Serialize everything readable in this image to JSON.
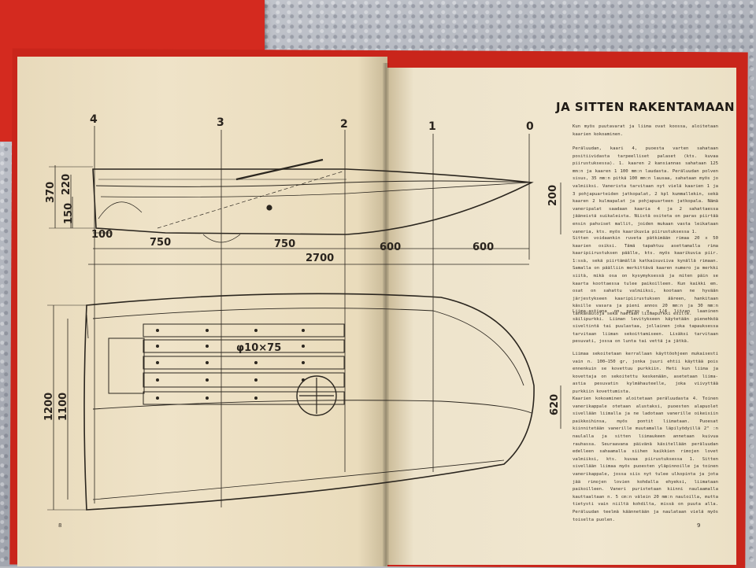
{
  "right_page": {
    "heading": "JA SITTEN  RAKENTAMAAN",
    "paragraphs": [
      "Kun myös puutavarat ja liima ovat koossa, aloitetaan kaarien kokoaminen.",
      "Peräluudan, kaari 4, puoesta varten sahataan positiividasta tarpeelliset palaset (kts. kuvaa piirustuksessa). 1. kaaren 2 kansiannas sahataan 125 mm:n ja kaaren 1 100 mm:n laudasta. Peräluudan polven sisus, 35 mm:n pitkä 100 mm:n lausaa, sahataan myös jo valmiiksi. Vanerista tarvitaan nyt vielä kaarien 1 ja 3 pohjapuarteiden jatkopalat, 2 kpl kummallekin, sekä kaaren 2 kulmapalat ja pohjapuarteen jatkopala. Nämä vaneripalat saadaan kaaria 4 ja 2 sahattaessa jääneistä suikaleista. Niistä ositeta on paras piirtää ensin pahviset mallit, joiden mukaan vasta leikataan vaneria, kts. myös kaarikuvia piirustuksessa 1.",
      "Sitten voidaankin ruveta pätkimään rimaa 20 x 50 kaarien osiksi. Tämä tapahtuu asettamalla rima kaaripiirustuksen päälle, kts. myös kaarikuvia piir. 1:ssä, sekä piirtämällä katkaisuviiva kynällä rimaan. Samalla on päälliin merkittävä kaaren numero ja merkki siitä, mikä osa on kysymyksessä ja miten päin se kaarta koottaessa tulee paikoilleen. Kun kaikki em. osat on sahattu valmiiksi, kootaan ne hyvään järjestykseen kaaripiirustuksen ääreen, hankitaan käsille vasara ja pieni annos 20 mm:n ja 30 mm:n lankanauloja sekä haetaan liimapurkki esille.",
      "Liima-astiana on paras n. 1/4 litran laaninen säilipurkki. Liiman levitykseen käytetään pienehköä siveltintä tai puulastaa, jollainen joka tapauksessa tarvitaan liiman sekoittamiseen. Lisäksi tarvitaan pesuvati, jossa on lunta tai vettä ja jätkä.",
      "Liimaa sekoitetaan kerrallaan käyttöohjeen mukaisesti vain n. 100–150 gr, jonka juuri ehtii käyttää pois ennenkuin se kovettuu purkkiin. Heti kun liima ja kovettaja on sekoitettu keskenään, asetetaan liima-astia pesuvatin kylmähauteelle, joka viivyttää purkkiin kovettumista.",
      "Kaarien kokoaminen aloitetaan peräluudasta 4. Toinen vanerikappale otetaan alustaksi, puoesten alapuolet sivellään liimalla ja ne ladotaan vanerille oikeisiin paikkoihinsa, myös pontit liimataan. Puoesat kiinnitetään vanerille muutamalla läpilyödyillä 2\" :n naulalla ja sitten liimaukeen annetaan kuivua rauhassa. Seuraavana päivänä käsitellään peräluudan edelleen sahaamalla siihen kaikkien rimojen lovet valmiiksi, kts. kuvaa piirustuksessa 1. Sitten sivellään liimaa myös puoesten yläpinnoille ja toinen vanerikappale, jossa siis nyt tulee ulkopinta ja jota jää rimojen lovien kohdalla ehyeksi, liimataan paikoilleen. Vaneri puristetaan kiinni naulaamalla kauttaaltaan n. 5 cm:n välein 20 mm:n nauloilla, mutta tietysti vain niiltä kohdilta, missä on puuta alla. Peräluudan teelmä käännetään ja naulataan vielä myös toiselta puolen."
    ],
    "page_number": "9"
  },
  "left_page": {
    "page_number": "8",
    "stations": [
      "4",
      "3",
      "2",
      "1",
      "0"
    ],
    "profile_dimensions": [
      "370",
      "220",
      "150",
      "200",
      "100",
      "750",
      "750",
      "600",
      "600",
      "2700"
    ],
    "plan_dimensions": [
      "1200",
      "1100",
      "620"
    ],
    "annotation": "φ10×75"
  }
}
